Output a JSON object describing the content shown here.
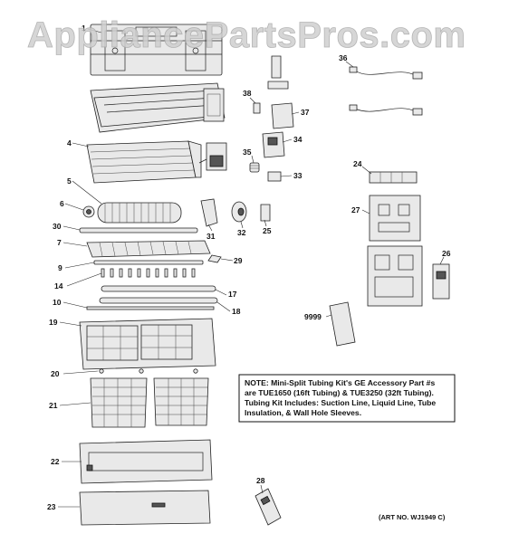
{
  "watermark": "AppliancePartsPros.com",
  "note": {
    "lines": [
      "NOTE: Mini-Split Tubing Kit's GE Accessory Part #s",
      "are TUE1650 (16ft Tubing) & TUE3250 (32ft Tubing).",
      "Tubing Kit Includes: Suction Line, Liquid Line, Tube",
      "Insulation, & Wall Hole Sleeves."
    ]
  },
  "art_no": "(ART NO. WJ1949 C)",
  "callouts": {
    "c1": "1",
    "c4": "4",
    "c5": "5",
    "c6": "6",
    "c7": "7",
    "c9": "9",
    "c10": "10",
    "c14": "14",
    "c17": "17",
    "c18": "18",
    "c19": "19",
    "c20": "20",
    "c21": "21",
    "c22": "22",
    "c23": "23",
    "c24": "24",
    "c25": "25",
    "c26": "26",
    "c27": "27",
    "c28": "28",
    "c29": "29",
    "c30": "30",
    "c31": "31",
    "c32": "32",
    "c33": "33",
    "c34": "34",
    "c35": "35",
    "c36": "36",
    "c37": "37",
    "c38": "38",
    "c9999": "9999"
  }
}
